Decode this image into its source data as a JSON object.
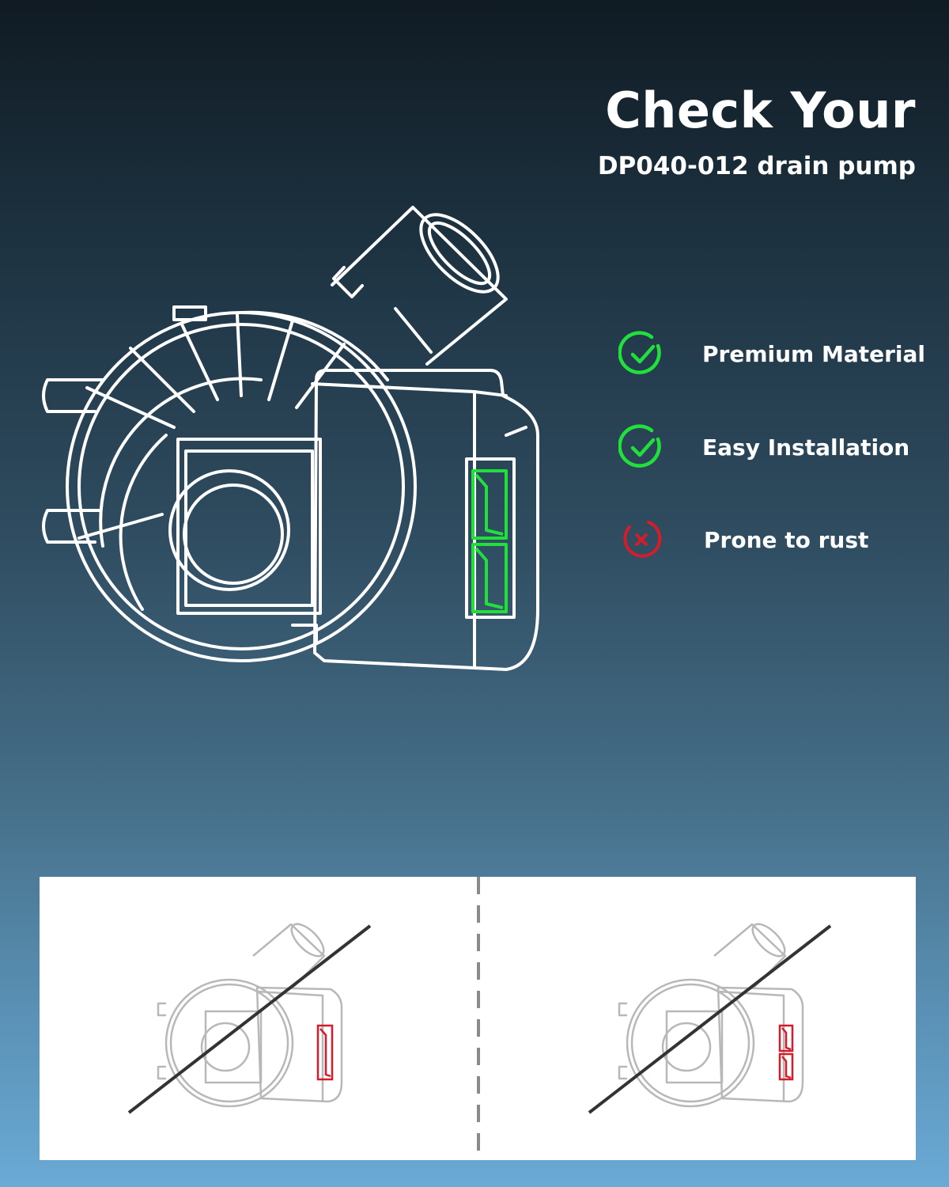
{
  "header": {
    "title": "Check Your",
    "subtitle": "DP040-012 drain pump"
  },
  "features": [
    {
      "label": "Premium Material",
      "status": "check",
      "icon": "check-circle-icon",
      "color": "#22e03c"
    },
    {
      "label": "Easy Installation",
      "status": "check",
      "icon": "check-circle-icon",
      "color": "#22e03c"
    },
    {
      "label": "Prone to rust",
      "status": "cross",
      "icon": "cross-circle-icon",
      "color": "#d41c2a"
    }
  ],
  "colors": {
    "accent_green": "#22e03c",
    "accent_red": "#d41c2a",
    "outline_white": "#ffffff",
    "strike_line": "#333333"
  }
}
